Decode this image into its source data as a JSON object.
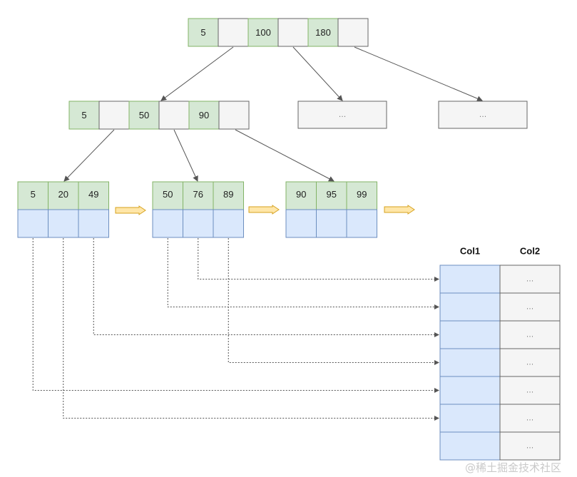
{
  "colors": {
    "key_fill": "#d5e8d4",
    "key_stroke": "#82b366",
    "empty_fill": "#f5f5f5",
    "empty_stroke": "#666666",
    "leaf_fill": "#dae8fc",
    "leaf_stroke": "#6c8ebf",
    "next_arrow_fill": "#ffe6a8",
    "next_arrow_stroke": "#d6a21e",
    "edge": "#555555"
  },
  "root": {
    "keys": [
      "5",
      "100",
      "180"
    ]
  },
  "internal": {
    "keys": [
      "5",
      "50",
      "90"
    ]
  },
  "ellipsis_nodes": [
    "…",
    "…"
  ],
  "leaves": [
    {
      "keys": [
        "5",
        "20",
        "49"
      ]
    },
    {
      "keys": [
        "50",
        "76",
        "89"
      ]
    },
    {
      "keys": [
        "90",
        "95",
        "99"
      ]
    }
  ],
  "table": {
    "headers": [
      "Col1",
      "Col2"
    ],
    "rows": [
      [
        "",
        "…"
      ],
      [
        "",
        "…"
      ],
      [
        "",
        "…"
      ],
      [
        "",
        "…"
      ],
      [
        "",
        "…"
      ],
      [
        "",
        "…"
      ],
      [
        "",
        "…"
      ]
    ]
  },
  "pointer_links": [
    {
      "leaf": 1,
      "key": 1,
      "row": 0
    },
    {
      "leaf": 1,
      "key": 0,
      "row": 1
    },
    {
      "leaf": 0,
      "key": 2,
      "row": 2
    },
    {
      "leaf": 1,
      "key": 2,
      "row": 3
    },
    {
      "leaf": 0,
      "key": 0,
      "row": 4
    },
    {
      "leaf": 0,
      "key": 1,
      "row": 5
    }
  ],
  "watermark": "@稀土掘金技术社区"
}
